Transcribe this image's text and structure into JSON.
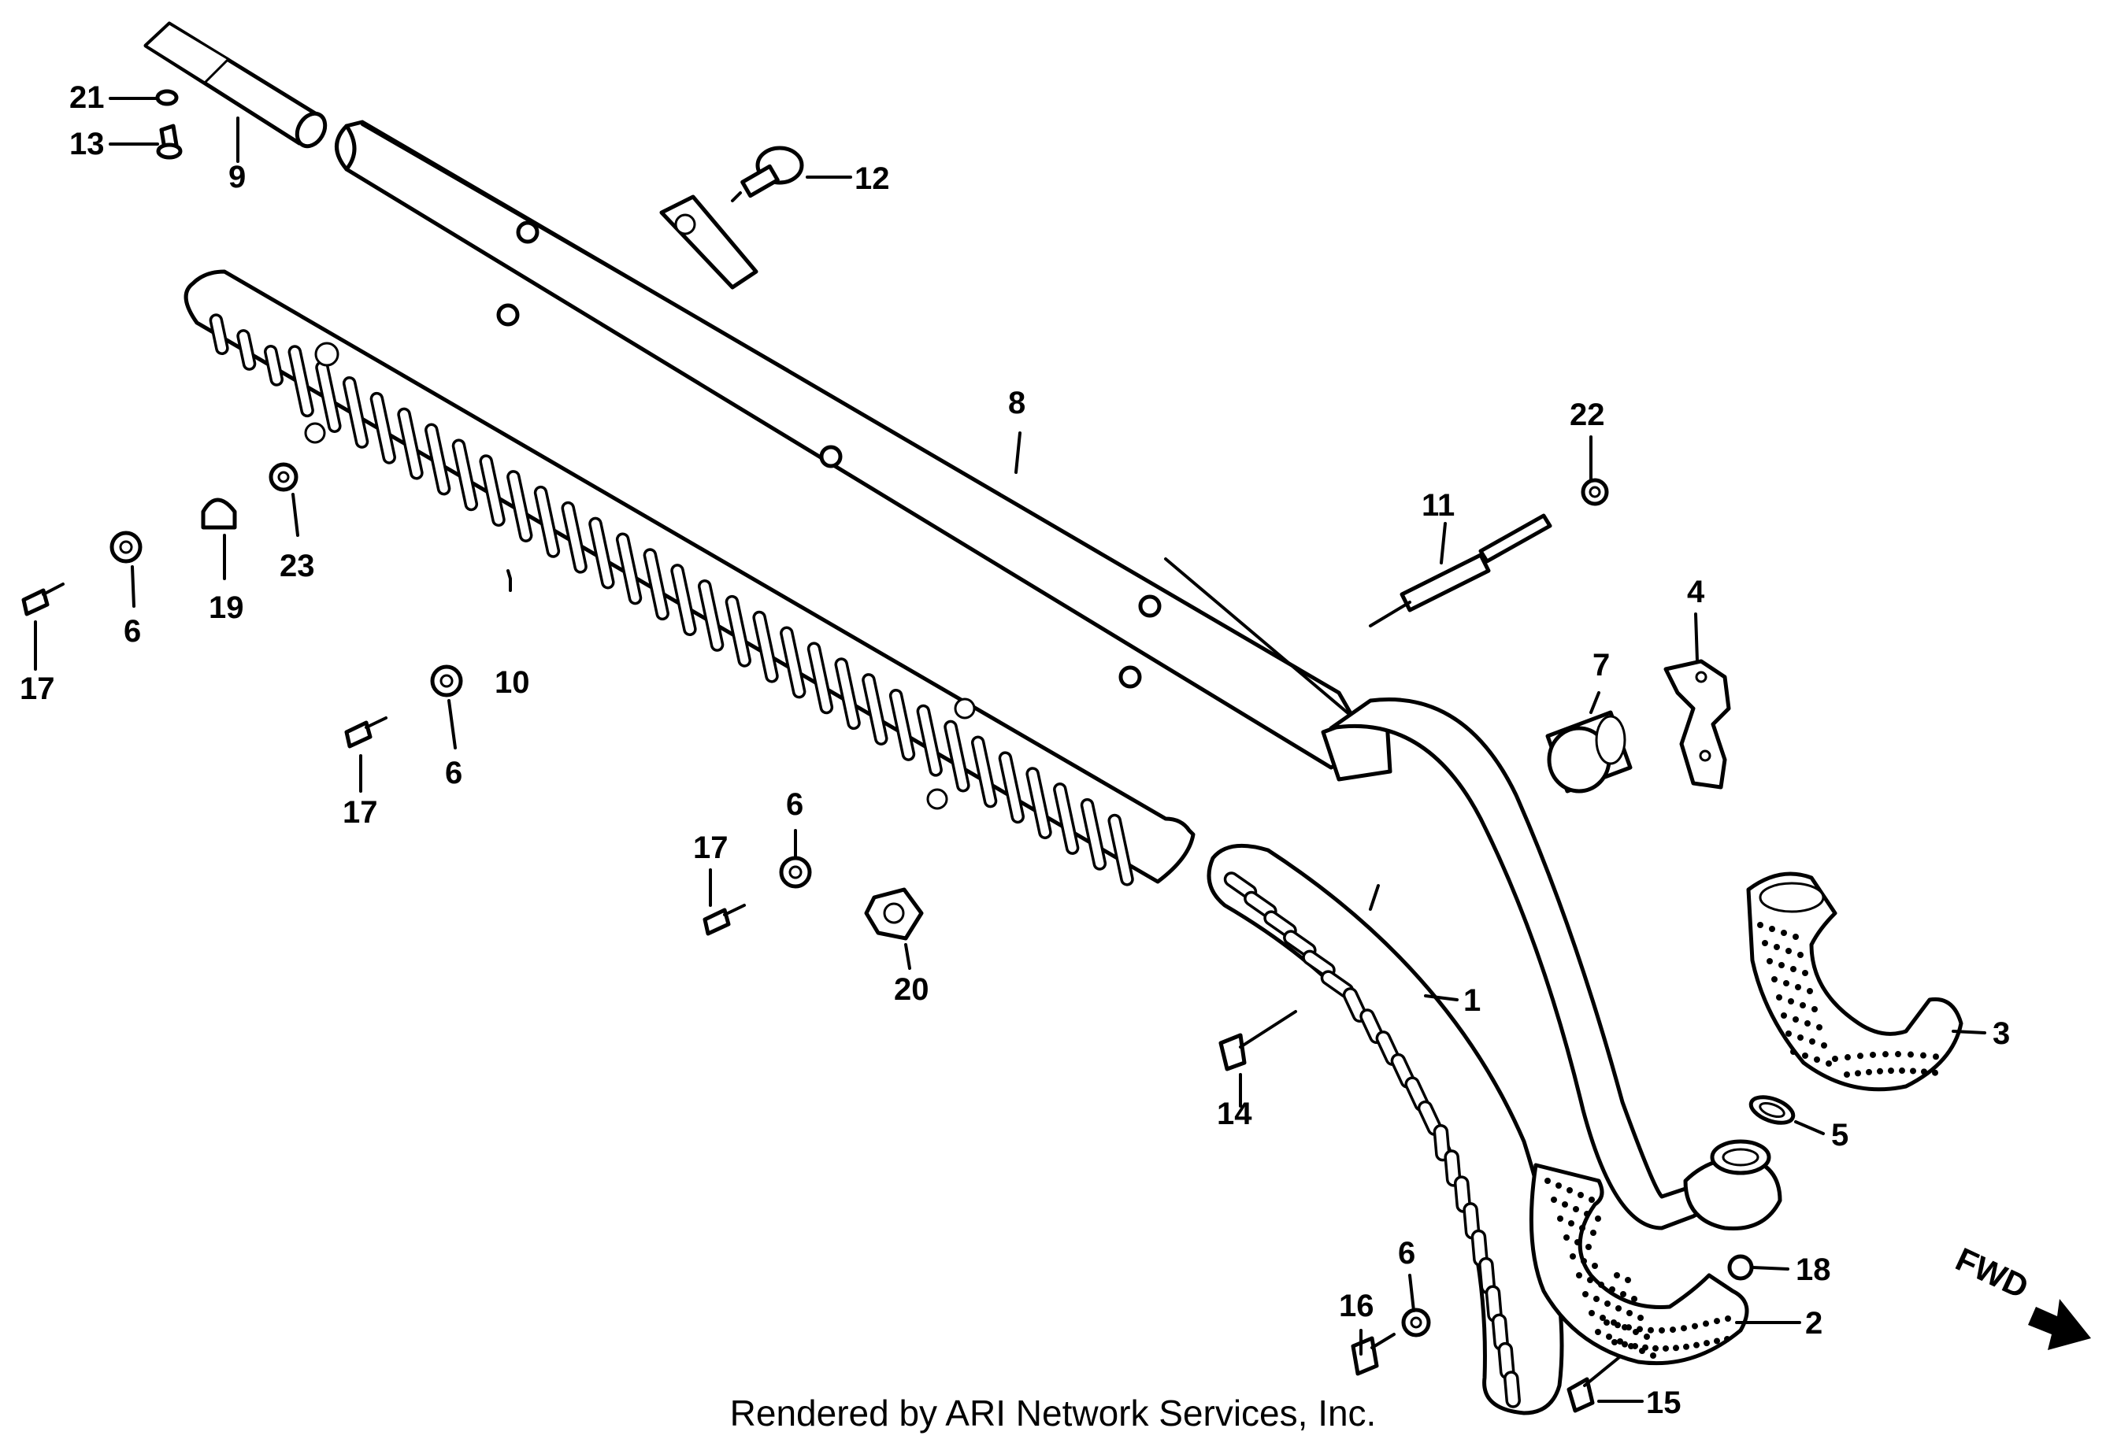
{
  "diagram": {
    "callouts": {
      "p1": "1",
      "p2": "2",
      "p3": "3",
      "p4": "4",
      "p5": "5",
      "p6a": "6",
      "p6b": "6",
      "p6c": "6",
      "p6d": "6",
      "p7": "7",
      "p8": "8",
      "p9": "9",
      "p10": "10",
      "p11": "11",
      "p12": "12",
      "p13": "13",
      "p14": "14",
      "p15": "15",
      "p16": "16",
      "p17a": "17",
      "p17b": "17",
      "p17c": "17",
      "p18": "18",
      "p19": "19",
      "p20": "20",
      "p21": "21",
      "p22": "22",
      "p23": "23"
    },
    "direction_label": "FWD",
    "footer": "Rendered by ARI Network Services, Inc."
  }
}
